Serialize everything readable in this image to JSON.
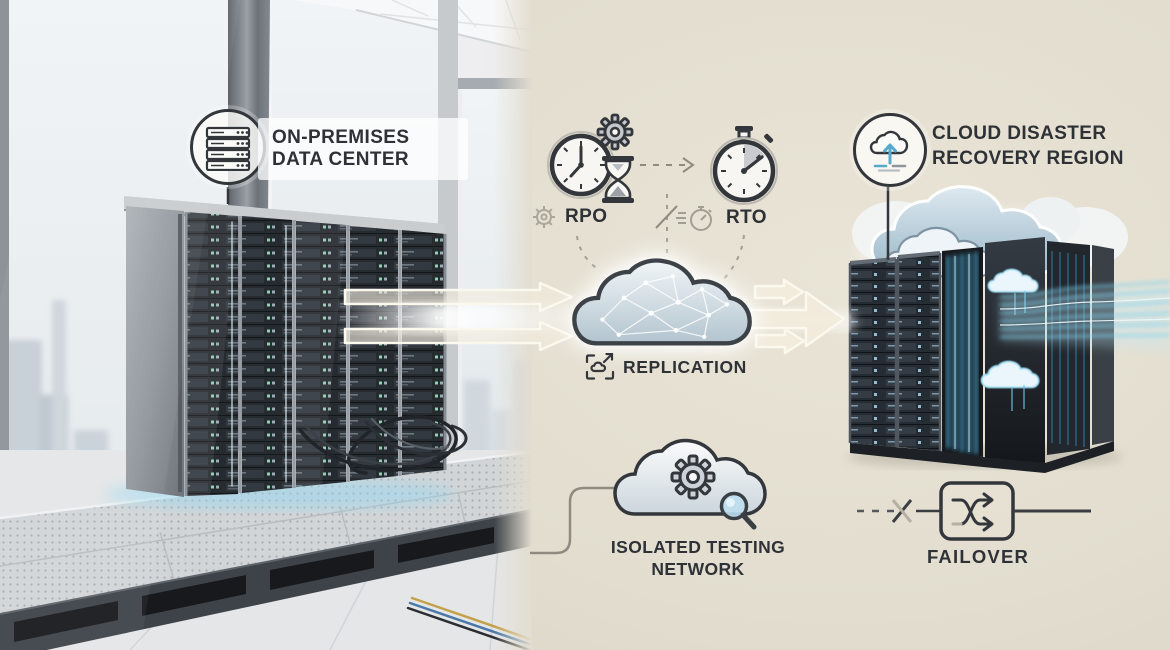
{
  "onprem": {
    "line1": "ON-PREMISES",
    "line2": "DATA CENTER"
  },
  "rpo": {
    "label": "RPO"
  },
  "rto": {
    "label": "RTO"
  },
  "replication": {
    "label": "REPLICATION"
  },
  "cloud_dr": {
    "line1": "CLOUD DISASTER",
    "line2": "RECOVERY REGION"
  },
  "isolated": {
    "line1": "ISOLATED TESTING",
    "line2": "NETWORK"
  },
  "failover": {
    "label": "FAILOVER"
  },
  "icons": {
    "onprem_badge": "server-rack-icon",
    "rpo_cluster": "clock-gear-hourglass-icon",
    "rpo_inline": "gear-outline-icon",
    "rto_main": "stopwatch-icon",
    "rto_inline": "speeding-stopwatch-icon",
    "replication_inline": "cloud-sync-bracket-icon",
    "cloud_dr_badge": "cloud-upload-icon",
    "isolated_cluster": "cloud-gear-magnifier-icon",
    "failover_box": "failover-switch-icon"
  },
  "colors": {
    "beige_background": "#e2ddcf",
    "ink": "#2e3236",
    "muted_line": "#9b9689",
    "blue_accent": "#58aacd",
    "glow_cyan": "#7fd2f0",
    "arrow_cream": "#f2ecdd",
    "rack_dark": "#262b30",
    "cloud_fill": "#c2d2dc"
  }
}
